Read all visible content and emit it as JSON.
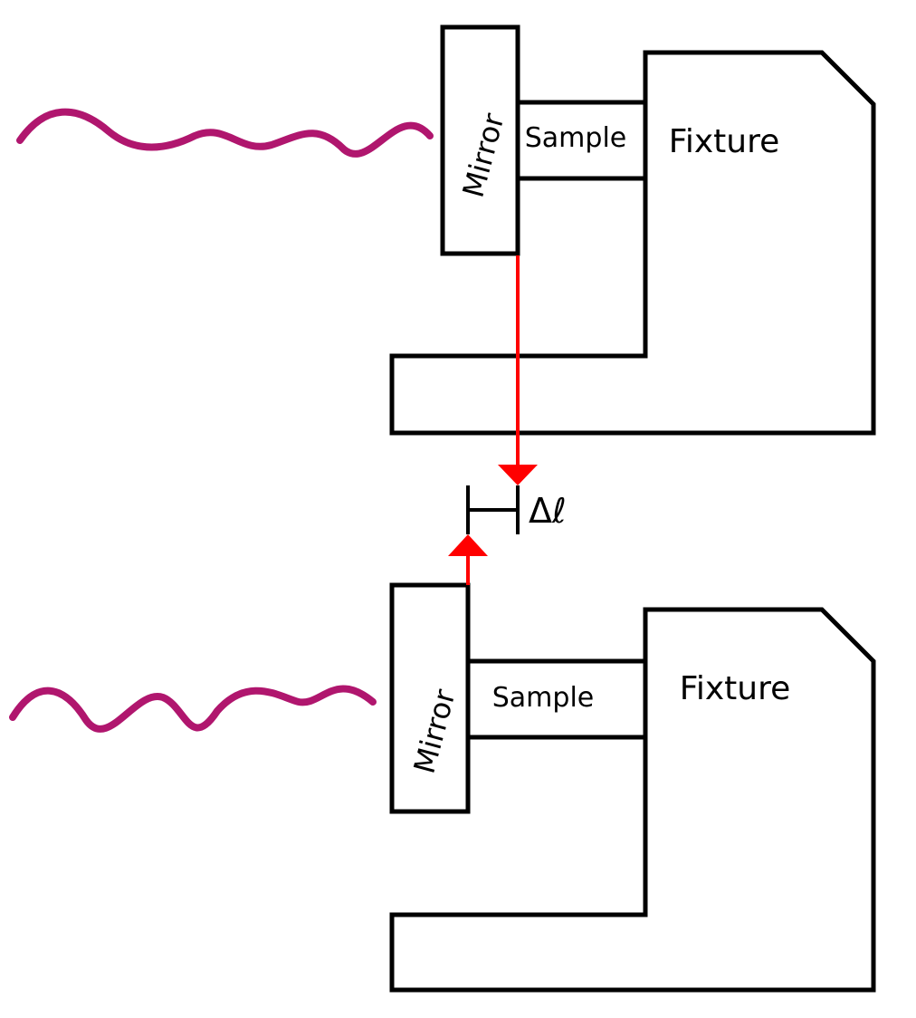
{
  "colors": {
    "outline": "#000000",
    "beam": "#ff0000",
    "wave": "#b0166e",
    "background": "#ffffff"
  },
  "top": {
    "mirror_label": "Mirror",
    "sample_label": "Sample",
    "fixture_label": "Fixture"
  },
  "bottom": {
    "mirror_label": "Mirror",
    "sample_label": "Sample",
    "fixture_label": "Fixture"
  },
  "gap_label": "Δℓ",
  "icons": {
    "wave": "sine-wave-icon",
    "arrow": "triangle-arrowhead-icon"
  }
}
